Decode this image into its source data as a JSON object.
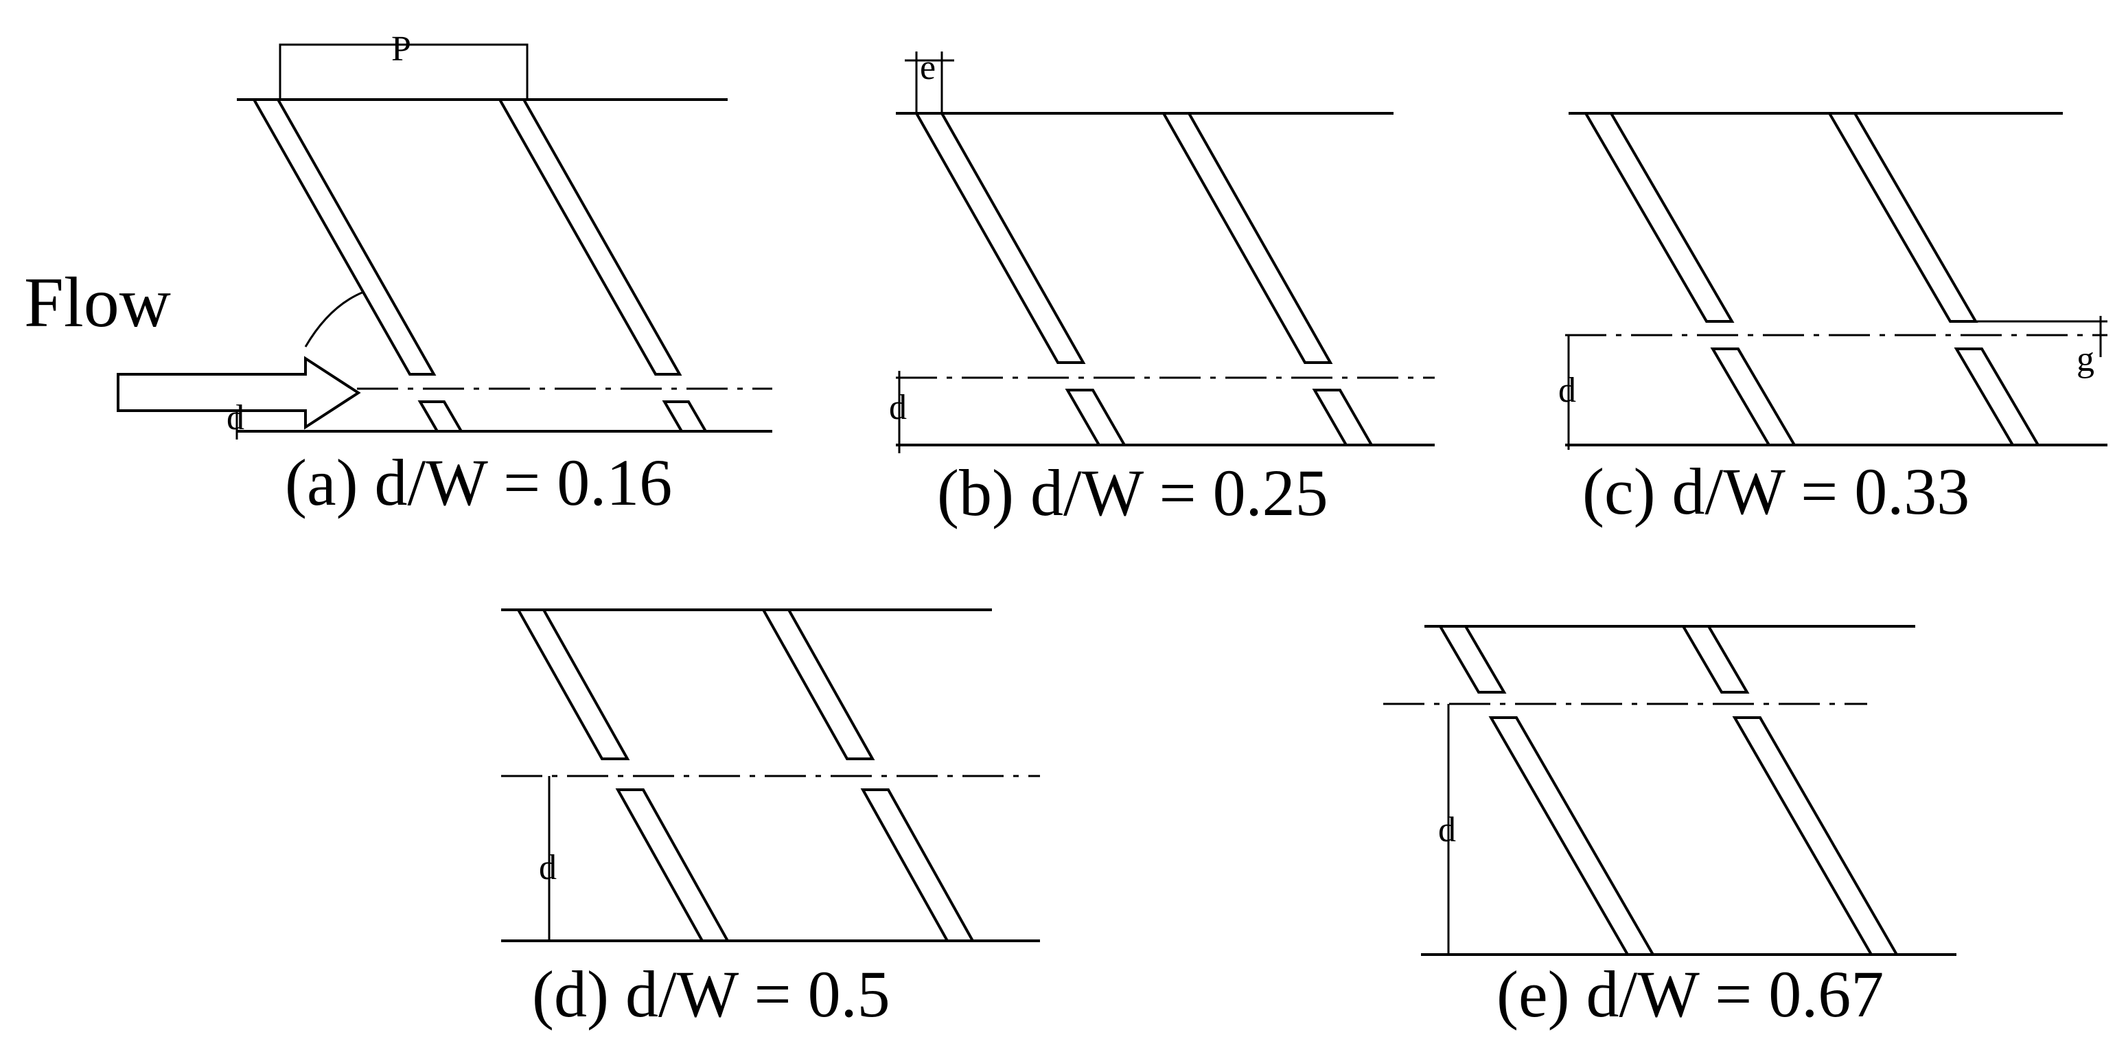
{
  "flow_label": "Flow",
  "symbols": {
    "pitch": "P",
    "rib_width": "e",
    "gap": "g",
    "distance": "d"
  },
  "panels": [
    {
      "id": "a",
      "caption": "(a) d/W = 0.16"
    },
    {
      "id": "b",
      "caption": "(b) d/W = 0.25"
    },
    {
      "id": "c",
      "caption": "(c) d/W = 0.33"
    },
    {
      "id": "d",
      "caption": "(d) d/W = 0.5"
    },
    {
      "id": "e",
      "caption": "(e) d/W = 0.67"
    }
  ]
}
